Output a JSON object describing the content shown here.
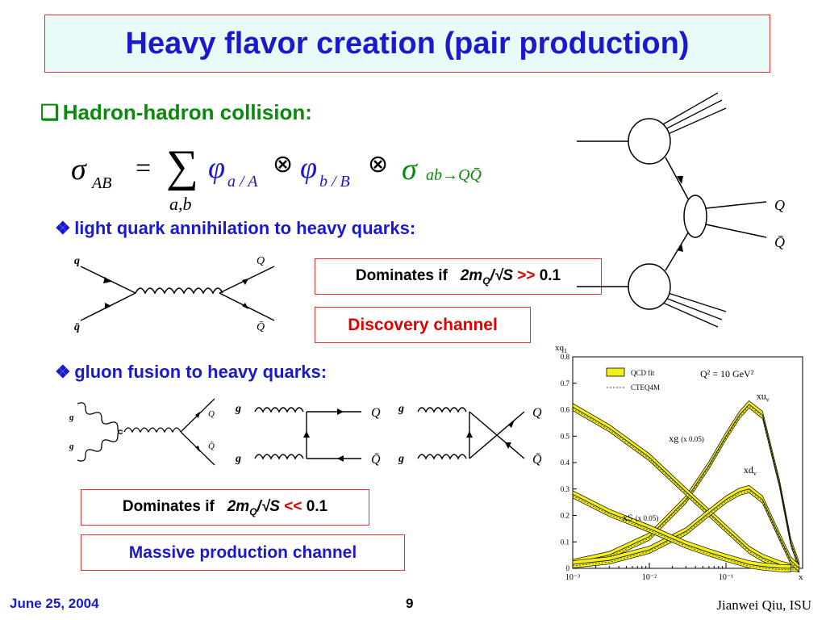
{
  "slide": {
    "title": "Heavy flavor creation (pair production)",
    "section_marker": "❑",
    "section_heading": "Hadron-hadron collision:",
    "sub_marker": "❖",
    "sub1": "light quark annihilation to heavy quarks:",
    "sub2": "gluon fusion to heavy quarks:",
    "box1": {
      "prefix": "Dominates if",
      "ratio": "2m",
      "sub": "Q",
      "sqrt": "/√S",
      "op": ">>",
      "value": "0.1"
    },
    "box2": "Discovery channel",
    "box3": {
      "prefix": "Dominates if",
      "ratio": "2m",
      "sub": "Q",
      "sqrt": "/√S",
      "op": "<<",
      "value": "0.1"
    },
    "box4": "Massive production channel",
    "footer_date": "June 25, 2004",
    "footer_page": "9",
    "footer_author": "Jianwei Qiu, ISU"
  },
  "formula": {
    "sigma": "σ",
    "sub_ab": "AB",
    "eq": "=",
    "sum": "∑",
    "sum_idx": "a,b",
    "phi": "φ",
    "sub_aA": "a / A",
    "otimes": "⊗",
    "sub_bB": "b / B",
    "sub_final": "ab→QQ̄"
  },
  "diagram_labels": {
    "q": "q",
    "qbar": "q̄",
    "Q": "Q",
    "Qbar": "Q̄",
    "g": "g"
  },
  "chart_data": {
    "type": "line",
    "title": "",
    "ylabel": "xq",
    "ylabel_sub": "1",
    "xlabel": "x",
    "x_scale": "log",
    "xlim": [
      0.001,
      1
    ],
    "ylim": [
      0,
      0.8
    ],
    "x_ticks": [
      "10⁻³",
      "10⁻²",
      "10⁻¹"
    ],
    "y_ticks": [
      "0",
      "0.1",
      "0.2",
      "0.3",
      "0.4",
      "0.5",
      "0.6",
      "0.7",
      "0.8"
    ],
    "legend": {
      "qcd": "QCD fit",
      "cteq": "CTEQ4M",
      "q2": "Q² = 10 GeV²",
      "placement": "top"
    },
    "band_color": "#f2ef1a",
    "series": [
      {
        "name": "xu",
        "label": "xu",
        "sub": "v",
        "note": "",
        "x": [
          0.001,
          0.003,
          0.01,
          0.03,
          0.06,
          0.1,
          0.15,
          0.2,
          0.3,
          0.5,
          0.7,
          0.9
        ],
        "values": [
          0.02,
          0.05,
          0.12,
          0.26,
          0.39,
          0.5,
          0.58,
          0.62,
          0.58,
          0.32,
          0.1,
          0.01
        ]
      },
      {
        "name": "xg",
        "label": "xg",
        "sub": "",
        "note": "(x 0.05)",
        "x": [
          0.001,
          0.003,
          0.01,
          0.03,
          0.06,
          0.1,
          0.2,
          0.3,
          0.5,
          0.7,
          0.9
        ],
        "values": [
          0.61,
          0.53,
          0.42,
          0.29,
          0.21,
          0.15,
          0.07,
          0.04,
          0.015,
          0.004,
          0.0
        ]
      },
      {
        "name": "xd",
        "label": "xd",
        "sub": "v",
        "note": "",
        "x": [
          0.001,
          0.003,
          0.01,
          0.03,
          0.06,
          0.1,
          0.15,
          0.2,
          0.3,
          0.5,
          0.7,
          0.9
        ],
        "values": [
          0.015,
          0.03,
          0.07,
          0.14,
          0.21,
          0.26,
          0.29,
          0.3,
          0.26,
          0.12,
          0.03,
          0.0
        ]
      },
      {
        "name": "xS",
        "label": "xS",
        "sub": "",
        "note": "(x 0.05)",
        "x": [
          0.001,
          0.003,
          0.01,
          0.03,
          0.06,
          0.1,
          0.2,
          0.3,
          0.5,
          0.7
        ],
        "values": [
          0.28,
          0.21,
          0.15,
          0.09,
          0.06,
          0.04,
          0.015,
          0.007,
          0.001,
          0.0
        ]
      }
    ]
  }
}
